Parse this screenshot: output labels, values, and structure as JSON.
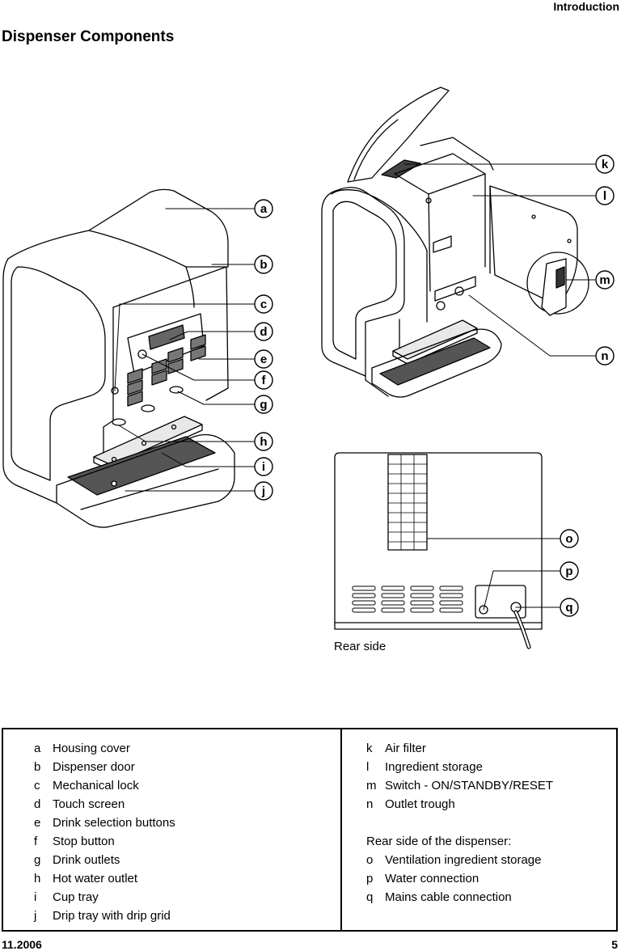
{
  "header": {
    "section": "Introduction"
  },
  "title": "Dispenser Components",
  "figure": {
    "callouts": [
      "a",
      "b",
      "c",
      "d",
      "e",
      "f",
      "g",
      "h",
      "i",
      "j",
      "k",
      "l",
      "m",
      "n",
      "o",
      "p",
      "q"
    ],
    "rear_caption": "Rear side"
  },
  "legend": {
    "left": [
      {
        "key": "a",
        "text": "Housing cover"
      },
      {
        "key": "b",
        "text": "Dispenser door"
      },
      {
        "key": "c",
        "text": "Mechanical lock"
      },
      {
        "key": "d",
        "text": "Touch screen"
      },
      {
        "key": "e",
        "text": "Drink selection buttons"
      },
      {
        "key": "f",
        "text": "Stop button"
      },
      {
        "key": "g",
        "text": "Drink outlets"
      },
      {
        "key": "h",
        "text": "Hot water outlet"
      },
      {
        "key": "i",
        "text": "Cup tray"
      },
      {
        "key": "j",
        "text": "Drip tray with drip grid"
      }
    ],
    "right_top": [
      {
        "key": "k",
        "text": "Air filter"
      },
      {
        "key": "l",
        "text": "Ingredient storage"
      },
      {
        "key": "m",
        "text": "Switch - ON/STANDBY/RESET"
      },
      {
        "key": "n",
        "text": "Outlet trough"
      }
    ],
    "rear_heading": "Rear side of the dispenser:",
    "right_bottom": [
      {
        "key": "o",
        "text": "Ventilation ingredient storage"
      },
      {
        "key": "p",
        "text": "Water connection"
      },
      {
        "key": "q",
        "text": "Mains cable connection"
      }
    ]
  },
  "footer": {
    "date": "11.2006",
    "page": "5"
  }
}
